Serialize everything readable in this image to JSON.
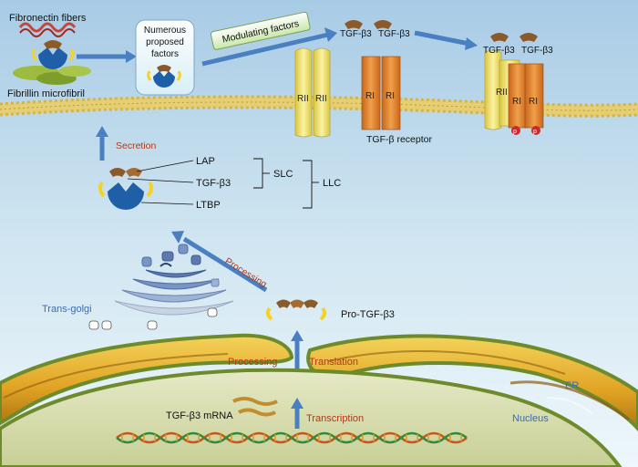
{
  "labels": {
    "fibronectin": "Fibronectin fibers",
    "fibrillin": "Fibrillin microfibril",
    "numerous": "Numerous",
    "proposed": "proposed",
    "factors": "factors",
    "modulating": "Modulating factors",
    "tgfb3": "TGF-β3",
    "rii": "RII",
    "ri": "RI",
    "receptor": "TGF-β receptor",
    "secretion": "Secretion",
    "lap": "LAP",
    "ltbp": "LTBP",
    "slc": "SLC",
    "llc": "LLC",
    "processing": "Processing",
    "transgolgi": "Trans-golgi",
    "pro_tgfb3": "Pro-TGF-β3",
    "translation": "Translation",
    "mrna": "TGF-β3 mRNA",
    "transcription": "Transcription",
    "er": "ER",
    "nucleus": "Nucleus",
    "phospho": "p"
  },
  "colors": {
    "cytoplasm_top": "#a9cce6",
    "cytoplasm_bottom": "#eaf5fa",
    "arrow": "#4a7fc1",
    "arrow_edge": "#2b5b95",
    "brown": "#8a5a2b",
    "yellow": "#f5d326",
    "blue_ltbp": "#1f5fa8",
    "receptor_ri": "#e0852d",
    "receptor_rii": "#f2e57a",
    "er_green": "#6e8b2b",
    "red_text": "#b03a1d",
    "blue_text": "#3b6db3"
  }
}
